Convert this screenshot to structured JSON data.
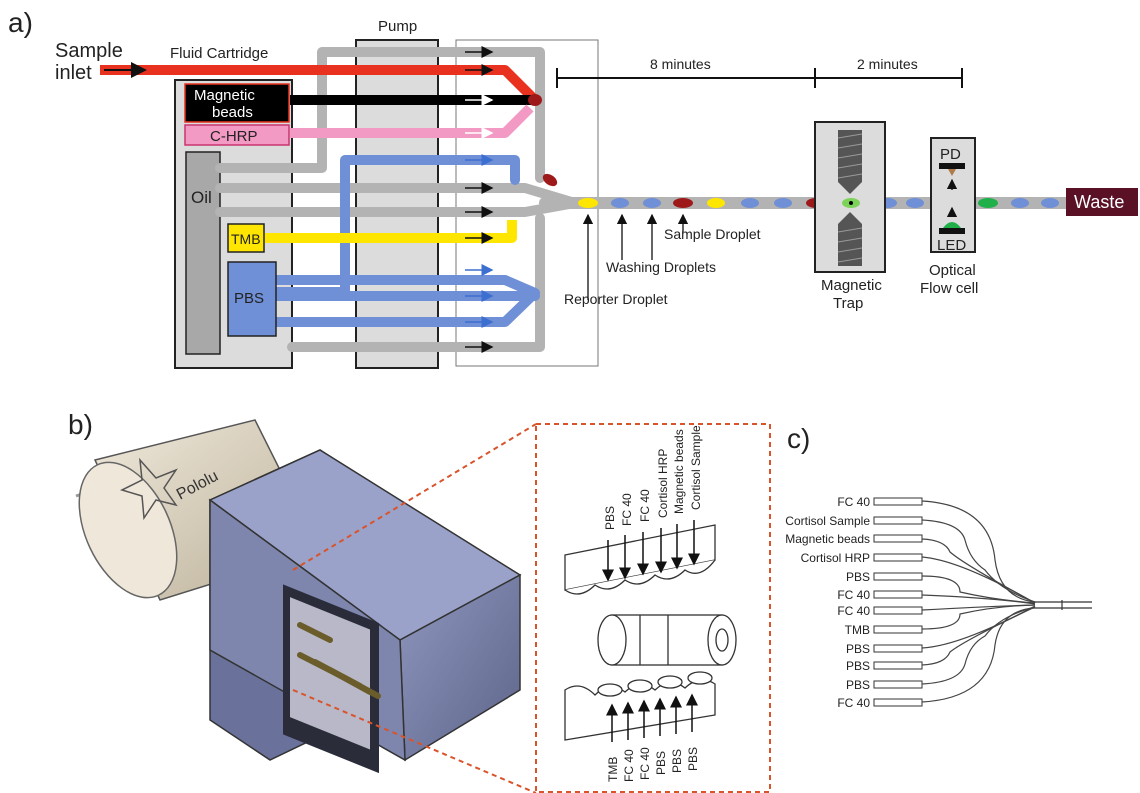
{
  "panel_a": {
    "label": "a)",
    "sample_inlet": [
      "Sample",
      "inlet"
    ],
    "fluid_cartridge": "Fluid Cartridge",
    "pump": "Pump",
    "magnetic_beads": [
      "Magnetic",
      "beads"
    ],
    "c_hrp": "C-HRP",
    "oil": "Oil",
    "tmb": "TMB",
    "pbs": "PBS",
    "time_1": "8 minutes",
    "time_2": "2 minutes",
    "sample_droplet": "Sample Droplet",
    "washing_droplets": "Washing Droplets",
    "reporter_droplet": "Reporter Droplet",
    "magnetic_trap": [
      "Magnetic",
      "Trap"
    ],
    "optical_flow_cell": [
      "Optical",
      "Flow cell"
    ],
    "pd": "PD",
    "led": "LED",
    "waste": "Waste"
  },
  "panel_b": {
    "label": "b)",
    "top_labels": [
      "PBS",
      "FC 40",
      "FC 40",
      "Cortisol HRP",
      "Magnetic beads",
      "Cortisol Sample"
    ],
    "bottom_labels": [
      "TMB",
      "FC 40",
      "FC 40",
      "PBS",
      "PBS",
      "PBS"
    ],
    "motor_brand": "Pololu"
  },
  "panel_c": {
    "label": "c)",
    "inlets": [
      "FC 40",
      "Cortisol Sample",
      "Magnetic beads",
      "Cortisol HRP",
      "PBS",
      "FC 40",
      "FC 40",
      "TMB",
      "PBS",
      "PBS",
      "PBS",
      "FC 40"
    ]
  },
  "colors": {
    "sample": "#e8321f",
    "beads": "#000000",
    "chrp": "#f299c4",
    "oil": "#b3b3b3",
    "tmb": "#ffe600",
    "pbs": "#6f8fd6",
    "droplet_red": "#9e1a1a",
    "droplet_green": "#1fb04a",
    "waste": "#5a1025",
    "pump_fill": "#dcdcdc",
    "dashed_frame": "#d9532b"
  }
}
